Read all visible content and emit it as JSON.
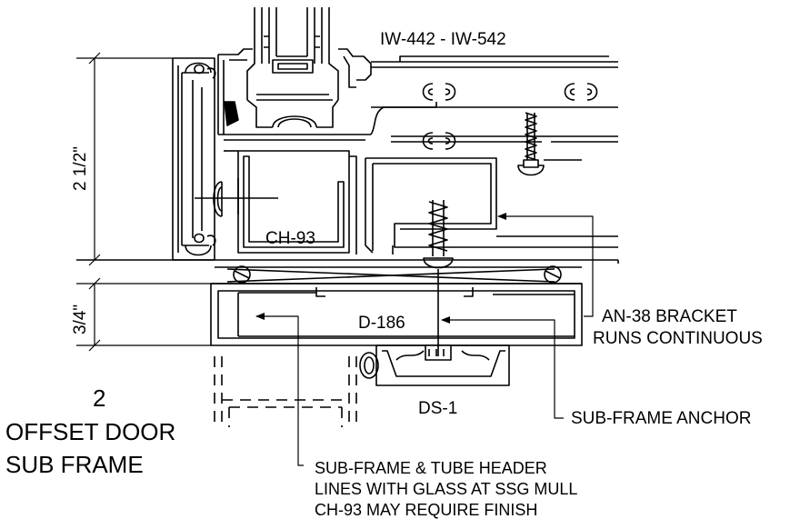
{
  "title": {
    "number": "2",
    "line1": "OFFSET DOOR",
    "line2": "SUB FRAME"
  },
  "parts": {
    "series": "IW-442 - IW-542",
    "ch93": "CH-93",
    "d186": "D-186",
    "ds1": "DS-1"
  },
  "dimensions": {
    "upper": "2 1/2\"",
    "lower": "3/4\""
  },
  "callouts": {
    "bracket_line1": "AN-38 BRACKET",
    "bracket_line2": "RUNS CONTINUOUS",
    "anchor": "SUB-FRAME ANCHOR",
    "note_line1": "SUB-FRAME & TUBE HEADER",
    "note_line2": "LINES WITH GLASS AT SSG MULL",
    "note_line3": "CH-93 MAY REQUIRE FINISH"
  },
  "colors": {
    "line": "#000000",
    "background": "#ffffff"
  }
}
